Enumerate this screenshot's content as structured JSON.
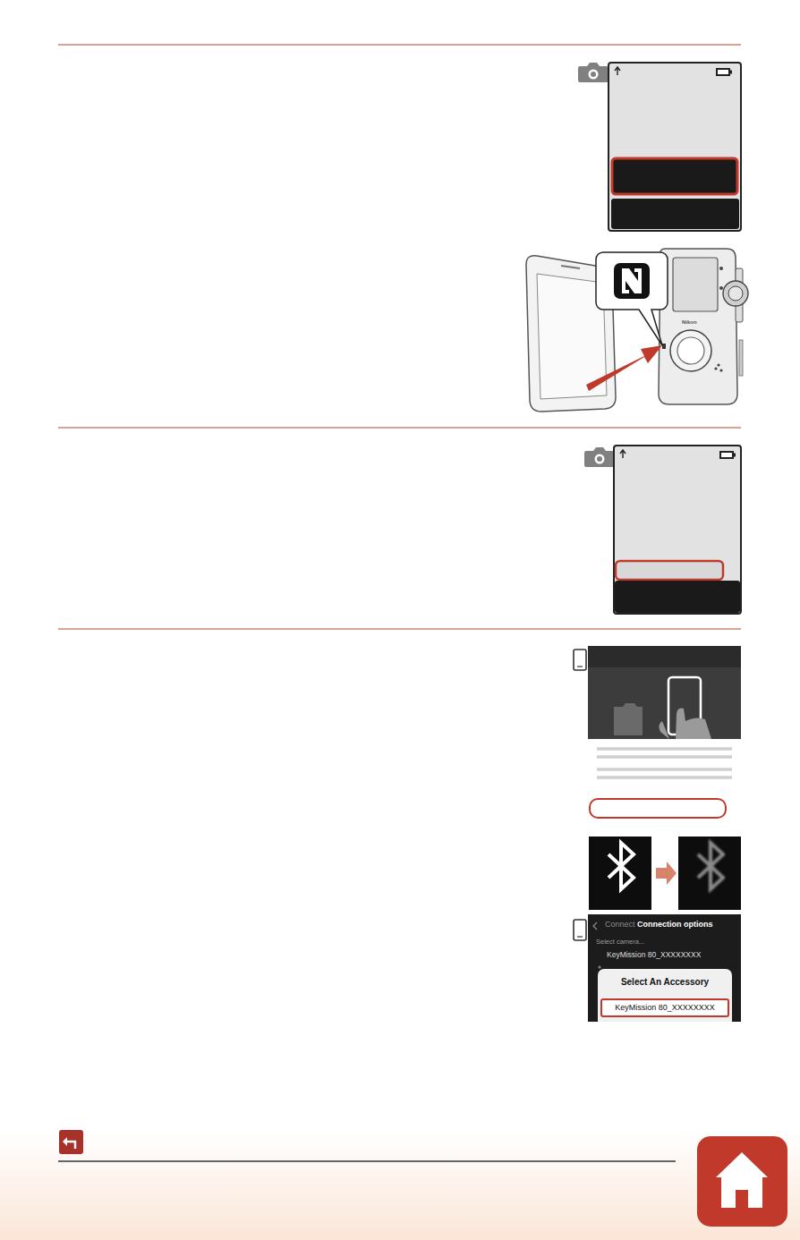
{
  "diagram": {
    "nodes": [
      {
        "text": [
          "Select An Accessory"
        ]
      },
      {
        "text": [
          "KeyMission 80_XXXXXXXX"
        ],
        "in": 0
      }
    ],
    "labels": [
      "Connect",
      "Connection options",
      "Select camera...",
      "KeyMission 80_XXXXXXXX",
      "Nikon"
    ]
  }
}
